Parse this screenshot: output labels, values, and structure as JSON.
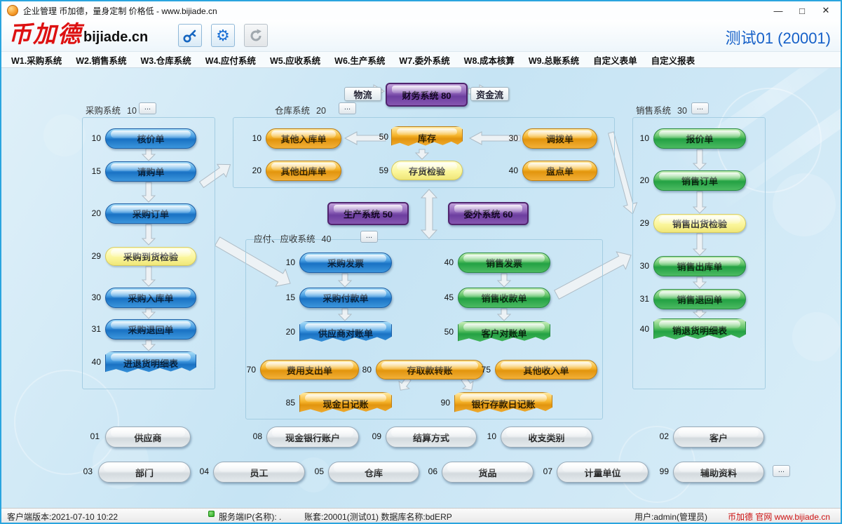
{
  "window": {
    "title": "企业管理 币加德，量身定制 价格低 - www.bijiade.cn",
    "controls": {
      "minimize": "—",
      "maximize": "□",
      "close": "✕"
    }
  },
  "header": {
    "brand": "币加德",
    "brand_domain": "bijiade.cn",
    "account": "测试01 (20001)"
  },
  "menu": {
    "items": [
      "W1.采购系统",
      "W2.销售系统",
      "W3.仓库系统",
      "W4.应付系统",
      "W5.应收系统",
      "W6.生产系统",
      "W7.委外系统",
      "W8.成本核算",
      "W9.总账系统",
      "自定义表单",
      "自定义报表"
    ]
  },
  "flow": {
    "more_label": "...",
    "logistics_label": "物流",
    "finance_label": "财务系统 80",
    "cashflow_label": "资金流",
    "production_label": "生产系统 50",
    "outsourcing_label": "委外系统 60",
    "purchase": {
      "title": "采购系统",
      "code": "10",
      "items": [
        {
          "num": "10",
          "label": "核价单"
        },
        {
          "num": "15",
          "label": "请购单"
        },
        {
          "num": "20",
          "label": "采购订单"
        },
        {
          "num": "29",
          "label": "采购到货检验"
        },
        {
          "num": "30",
          "label": "采购入库单"
        },
        {
          "num": "31",
          "label": "采购退回单"
        },
        {
          "num": "40",
          "label": "进退货明细表"
        }
      ]
    },
    "warehouse": {
      "title": "仓库系统",
      "code": "20",
      "items": [
        {
          "num": "10",
          "label": "其他入库单"
        },
        {
          "num": "20",
          "label": "其他出库单"
        },
        {
          "num": "50",
          "label": "库存"
        },
        {
          "num": "59",
          "label": "存货检验"
        },
        {
          "num": "30",
          "label": "调拨单"
        },
        {
          "num": "40",
          "label": "盘点单"
        }
      ]
    },
    "ap_ar": {
      "title": "应付、应收系统",
      "code": "40",
      "items": [
        {
          "num": "10",
          "label": "采购发票"
        },
        {
          "num": "40",
          "label": "销售发票"
        },
        {
          "num": "15",
          "label": "采购付款单"
        },
        {
          "num": "45",
          "label": "销售收款单"
        },
        {
          "num": "20",
          "label": "供应商对账单"
        },
        {
          "num": "50",
          "label": "客户对账单"
        },
        {
          "num": "70",
          "label": "费用支出单"
        },
        {
          "num": "80",
          "label": "存取款转账"
        },
        {
          "num": "75",
          "label": "其他收入单"
        },
        {
          "num": "85",
          "label": "现金日记账"
        },
        {
          "num": "90",
          "label": "银行存款日记账"
        }
      ]
    },
    "sales": {
      "title": "销售系统",
      "code": "30",
      "items": [
        {
          "num": "10",
          "label": "报价单"
        },
        {
          "num": "20",
          "label": "销售订单"
        },
        {
          "num": "29",
          "label": "销售出货检验"
        },
        {
          "num": "30",
          "label": "销售出库单"
        },
        {
          "num": "31",
          "label": "销售退回单"
        },
        {
          "num": "40",
          "label": "销退货明细表"
        }
      ]
    },
    "base": {
      "row1": [
        {
          "num": "01",
          "label": "供应商"
        },
        {
          "num": "08",
          "label": "现金银行账户"
        },
        {
          "num": "09",
          "label": "结算方式"
        },
        {
          "num": "10",
          "label": "收支类别"
        },
        {
          "num": "02",
          "label": "客户"
        }
      ],
      "row2": [
        {
          "num": "03",
          "label": "部门"
        },
        {
          "num": "04",
          "label": "员工"
        },
        {
          "num": "05",
          "label": "仓库"
        },
        {
          "num": "06",
          "label": "货品"
        },
        {
          "num": "07",
          "label": "计量单位"
        },
        {
          "num": "99",
          "label": "辅助资料"
        }
      ]
    }
  },
  "statusbar": {
    "client_version": "客户端版本:2021-07-10 10:22",
    "server_ip": "服务端IP(名称): .",
    "account_db": "账套:20001(测试01) 数据库名称:bdERP",
    "user": "用户:admin(管理员)",
    "site": "币加德 官网 www.bijiade.cn"
  },
  "colors": {
    "brand_red": "#dd1111",
    "accent_blue": "#1560c8",
    "window_border": "#2aa5df",
    "btn_blue": "#2d86d2",
    "btn_green": "#3cb054",
    "btn_orange": "#f0a820",
    "btn_yellow": "#f8f08a",
    "btn_purple": "#7a4aa8"
  }
}
